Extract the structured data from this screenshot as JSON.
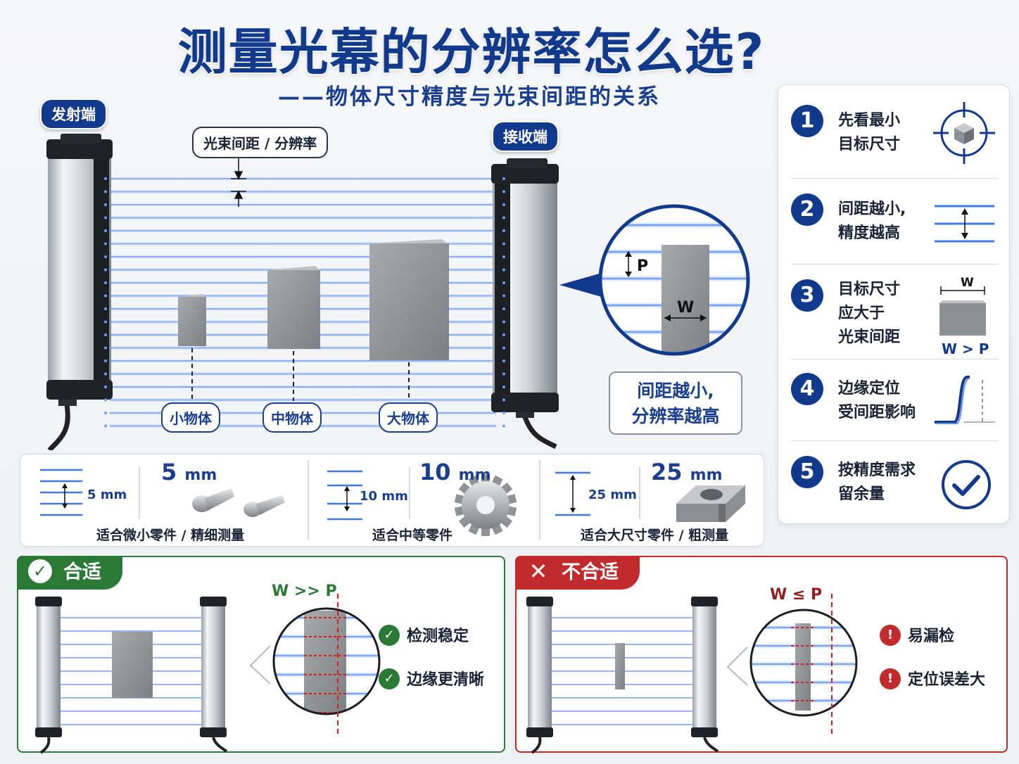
{
  "header": {
    "title": "测量光幕的分辨率怎么选?",
    "subtitle": "——物体尺寸精度与光束间距的关系"
  },
  "diagram": {
    "emitter_label": "发射端",
    "receiver_label": "接收端",
    "pitch_label": "光束间距 / 分辨率",
    "objects": [
      {
        "label": "小物体"
      },
      {
        "label": "中物体"
      },
      {
        "label": "大物体"
      }
    ],
    "zoom_p": "P",
    "zoom_w": "W",
    "highlight_line1": "间距越小,",
    "highlight_line2": "分辨率越高"
  },
  "steps": [
    {
      "num": "1",
      "line1": "先看最小",
      "line2": "目标尺寸",
      "line3": ""
    },
    {
      "num": "2",
      "line1": "间距越小,",
      "line2": "精度越高",
      "line3": ""
    },
    {
      "num": "3",
      "line1": "目标尺寸",
      "line2": "应大于",
      "line3": "光束间距"
    },
    {
      "num": "4",
      "line1": "边缘定位",
      "line2": "受间距影响",
      "line3": ""
    },
    {
      "num": "5",
      "line1": "按精度需求",
      "line2": "留余量",
      "line3": ""
    }
  ],
  "step3_icon": {
    "w": "W",
    "formula": "W > P"
  },
  "resolutions": [
    {
      "value": "5",
      "unit": "mm",
      "small": "5 mm",
      "caption": "适合微小零件 / 精细测量"
    },
    {
      "value": "10",
      "unit": "mm",
      "small": "10 mm",
      "caption": "适合中等零件"
    },
    {
      "value": "25",
      "unit": "mm",
      "small": "25 mm",
      "caption": "适合大尺寸零件 / 粗测量"
    }
  ],
  "good": {
    "title": "合适",
    "formula": "W >> P",
    "bullets": [
      "检测稳定",
      "边缘更清晰"
    ]
  },
  "bad": {
    "title": "不合适",
    "formula": "W ≤ P",
    "bullets": [
      "易漏检",
      "定位误差大"
    ]
  },
  "colors": {
    "navy": "#123a8c",
    "beam": "#5b8ff0",
    "good": "#2a7a36",
    "bad": "#c12b2b"
  }
}
